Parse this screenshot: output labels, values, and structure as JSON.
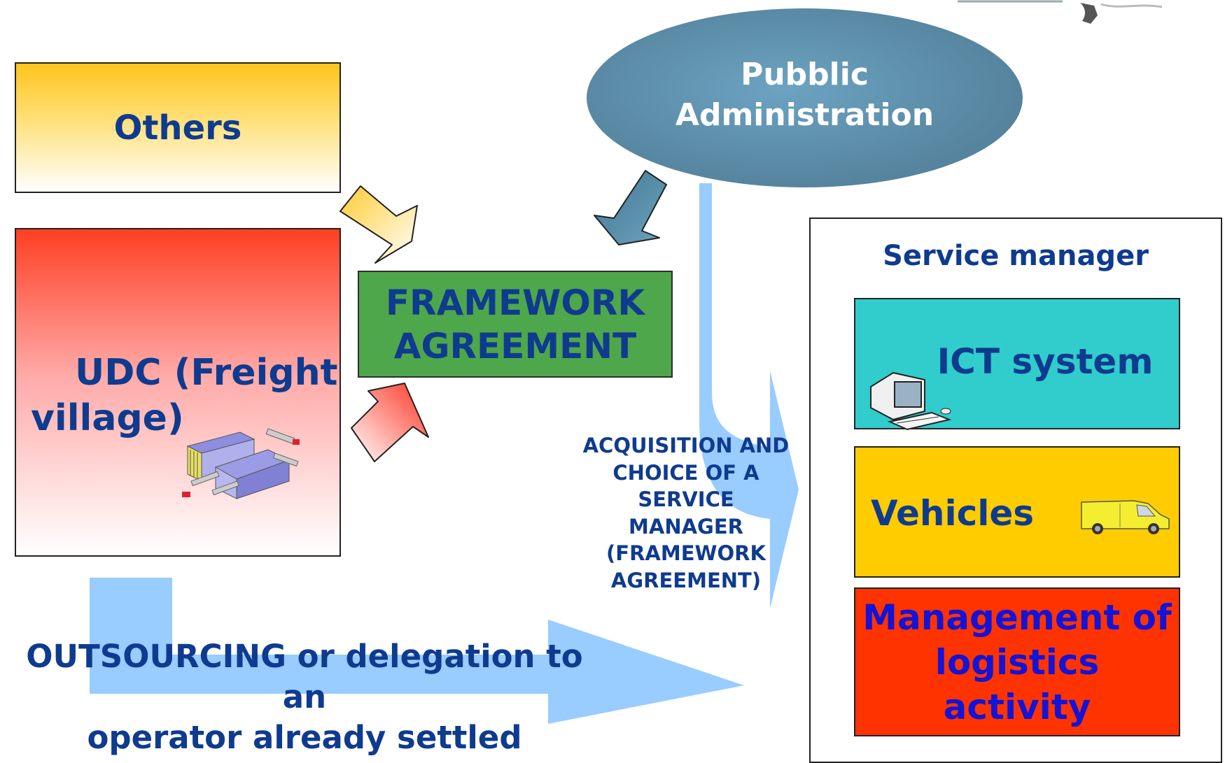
{
  "nodes": {
    "others": "Others",
    "udc_line1": "UDC (Freight",
    "udc_line2": "village)",
    "framework_line1": "FRAMEWORK",
    "framework_line2": "AGREEMENT",
    "public_line1": "Pubblic",
    "public_line2": "Administration",
    "service_manager": "Service manager",
    "ict": "ICT system",
    "vehicles": "Vehicles",
    "mgmt_line1": "Management of",
    "mgmt_line2": "logistics",
    "mgmt_line3": "activity"
  },
  "labels": {
    "acq_line1": "ACQUISITION AND",
    "acq_line2": "CHOICE OF A",
    "acq_line3": "SERVICE",
    "acq_line4": "MANAGER",
    "acq_line5": "(FRAMEWORK",
    "acq_line6": "AGREEMENT)",
    "outs_line1": "OUTSOURCING or delegation to an",
    "outs_line2": "operator already settled"
  },
  "icons": {
    "udc": "warehouse-trucks-icon",
    "ict": "computer-icon",
    "vehicles": "van-icon",
    "logo": "corner-logo-icon"
  },
  "colors": {
    "text": "#0f3b8f",
    "arrow_blue": "#99ccff",
    "framework": "#4ea74a",
    "ict": "#31cccc",
    "vehicles": "#ffcc00",
    "mgmt": "#ff3300",
    "mgmt_text": "#1414d6",
    "ellipse": "#5a8aa5"
  }
}
